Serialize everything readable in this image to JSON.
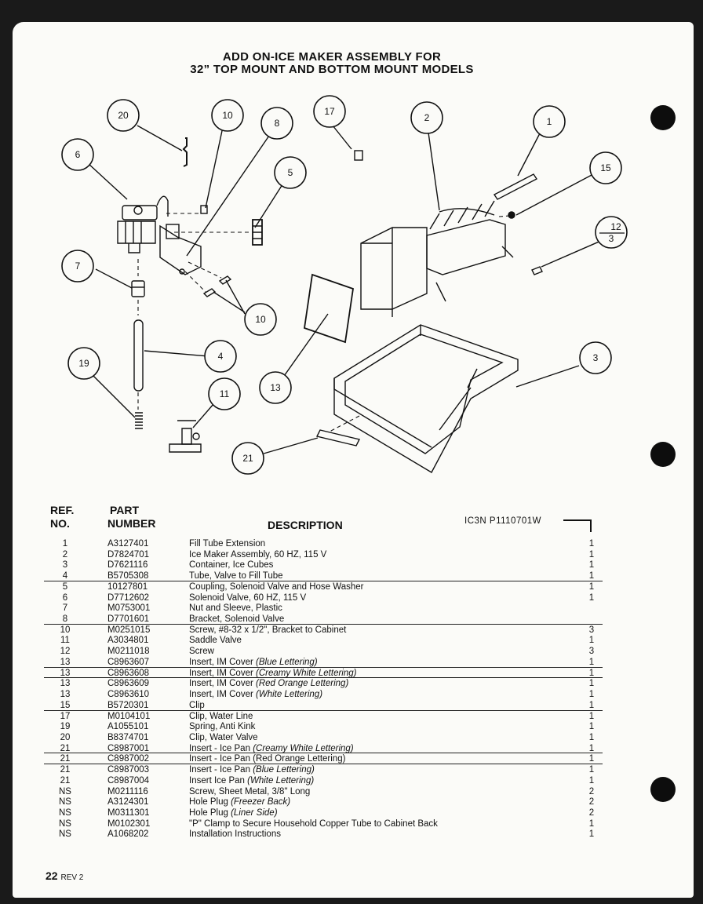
{
  "title": {
    "line1": "ADD ON-ICE MAKER ASSEMBLY FOR",
    "line2": "32” TOP MOUNT AND BOTTOM MOUNT MODELS"
  },
  "callouts": {
    "c1": "1",
    "c2": "2",
    "c3": "3",
    "c4": "4",
    "c5": "5",
    "c6": "6",
    "c7": "7",
    "c8": "8",
    "c10a": "10",
    "c10b": "10",
    "c11": "11",
    "c12": "12",
    "c12sub": "3",
    "c13": "13",
    "c15": "15",
    "c17": "17",
    "c19": "19",
    "c20": "20",
    "c21": "21"
  },
  "table": {
    "hdr_ref1": "REF.",
    "hdr_ref2": "NO.",
    "hdr_part1": "PART",
    "hdr_part2": "NUMBER",
    "hdr_desc": "DESCRIPTION",
    "model_code": "IC3N P1110701W",
    "rows": [
      {
        "ref": "1",
        "part": "A3127401",
        "desc": "Fill Tube Extension",
        "note": "",
        "qty": "1"
      },
      {
        "ref": "2",
        "part": "D7824701",
        "desc": "Ice Maker Assembly, 60 HZ, 115 V",
        "note": "",
        "qty": "1"
      },
      {
        "ref": "3",
        "part": "D7621116",
        "desc": "Container, Ice Cubes",
        "note": "",
        "qty": "1"
      },
      {
        "ref": "4",
        "part": "B5705308",
        "desc": "Tube, Valve to Fill Tube",
        "note": "",
        "qty": "1"
      },
      {
        "ref": "5",
        "part": "10127801",
        "desc": "Coupling, Solenoid Valve and Hose Washer",
        "note": "",
        "qty": "1"
      },
      {
        "ref": "6",
        "part": "D7712602",
        "desc": "Solenoid Valve, 60 HZ, 115 V",
        "note": "",
        "qty": "1"
      },
      {
        "ref": "7",
        "part": "M0753001",
        "desc": "Nut and Sleeve, Plastic",
        "note": "",
        "qty": ""
      },
      {
        "ref": "8",
        "part": "D7701601",
        "desc": "Bracket, Solenoid Valve",
        "note": "",
        "qty": ""
      },
      {
        "ref": "10",
        "part": "M0251015",
        "desc": "Screw, #8-32 x 1/2\", Bracket to Cabinet",
        "note": "",
        "qty": "3"
      },
      {
        "ref": "11",
        "part": "A3034801",
        "desc": "Saddle Valve",
        "note": "",
        "qty": "1"
      },
      {
        "ref": "12",
        "part": "M0211018",
        "desc": "Screw",
        "note": "",
        "qty": "3"
      },
      {
        "ref": "13",
        "part": "C8963607",
        "desc": "Insert, IM Cover",
        "note": "(Blue Lettering)",
        "qty": "1"
      },
      {
        "ref": "13",
        "part": "C8963608",
        "desc": "Insert, IM Cover",
        "note": "(Creamy White Lettering)",
        "qty": "1"
      },
      {
        "ref": "13",
        "part": "C8963609",
        "desc": "Insert, IM Cover",
        "note": "(Red Orange Lettering)",
        "qty": "1"
      },
      {
        "ref": "13",
        "part": "C8963610",
        "desc": "Insert, IM Cover",
        "note": "(White Lettering)",
        "qty": "1"
      },
      {
        "ref": "15",
        "part": "B5720301",
        "desc": "Clip",
        "note": "",
        "qty": "1"
      },
      {
        "ref": "17",
        "part": "M0104101",
        "desc": "Clip, Water Line",
        "note": "",
        "qty": "1"
      },
      {
        "ref": "19",
        "part": "A1055101",
        "desc": "Spring, Anti Kink",
        "note": "",
        "qty": "1"
      },
      {
        "ref": "20",
        "part": "B8374701",
        "desc": "Clip, Water Valve",
        "note": "",
        "qty": "1"
      },
      {
        "ref": "21",
        "part": "C8987001",
        "desc": "Insert - Ice Pan",
        "note": "(Creamy White Lettering)",
        "qty": "1"
      },
      {
        "ref": "21",
        "part": "C8987002",
        "desc": "Insert - Ice Pan (Red Orange Lettering)",
        "note": "",
        "qty": "1"
      },
      {
        "ref": "21",
        "part": "C8987003",
        "desc": "Insert - Ice Pan",
        "note": "(Blue Lettering)",
        "qty": "1"
      },
      {
        "ref": "21",
        "part": "C8987004",
        "desc": "Insert Ice Pan",
        "note": "(White Lettering)",
        "qty": "1"
      },
      {
        "ref": "NS",
        "part": "M0211116",
        "desc": "Screw, Sheet Metal, 3/8\" Long",
        "note": "",
        "qty": "2"
      },
      {
        "ref": "NS",
        "part": "A3124301",
        "desc": "Hole Plug",
        "note": "(Freezer Back)",
        "qty": "2"
      },
      {
        "ref": "NS",
        "part": "M0311301",
        "desc": "Hole Plug",
        "note": "(Liner Side)",
        "qty": "2"
      },
      {
        "ref": "NS",
        "part": "M0102301",
        "desc": "\"P\" Clamp to Secure Household Copper Tube to Cabinet Back",
        "note": "",
        "qty": "1"
      },
      {
        "ref": "NS",
        "part": "A1068202",
        "desc": "Installation Instructions",
        "note": "",
        "qty": "1"
      }
    ]
  },
  "footer": {
    "page": "22",
    "rev": "REV 2"
  }
}
